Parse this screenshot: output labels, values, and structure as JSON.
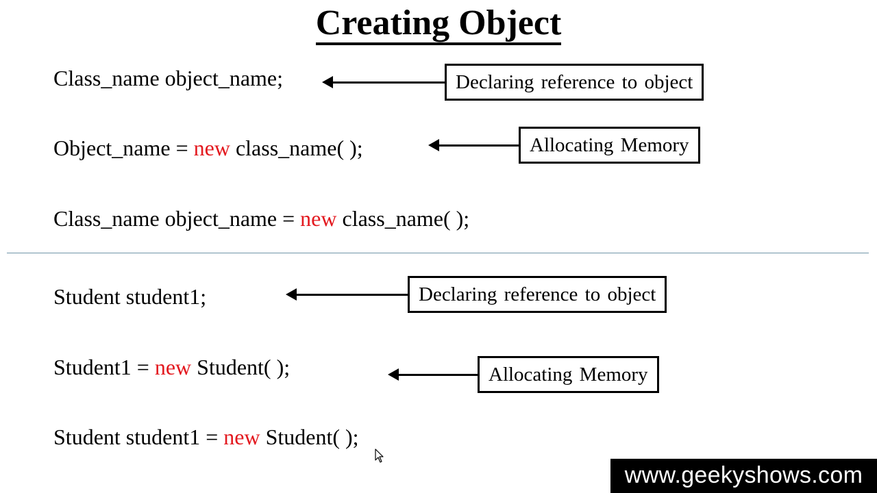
{
  "slide": {
    "title": "Creating Object",
    "divider_color": "#6f94a8",
    "keyword_color": "#e3191f"
  },
  "generic_syntax": {
    "declaration": {
      "code": "Class_name object_name;",
      "annotation": "Declaring reference to object"
    },
    "allocation": {
      "before_keyword": "Object_name = ",
      "keyword": "new",
      "after_keyword": " class_name( );",
      "annotation": "Allocating Memory"
    },
    "combined": {
      "before_keyword": "Class_name object_name = ",
      "keyword": "new",
      "after_keyword": " class_name( );"
    }
  },
  "example": {
    "declaration": {
      "code": "Student student1;",
      "annotation": "Declaring reference to object"
    },
    "allocation": {
      "before_keyword": "Student1 = ",
      "keyword": "new",
      "after_keyword": " Student( );",
      "annotation": "Allocating Memory"
    },
    "combined": {
      "before_keyword": "Student student1 = ",
      "keyword": "new",
      "after_keyword": " Student( );"
    }
  },
  "watermark": {
    "text": "www.geekyshows.com"
  },
  "cursor": {
    "icon": "mouse-pointer-icon"
  }
}
